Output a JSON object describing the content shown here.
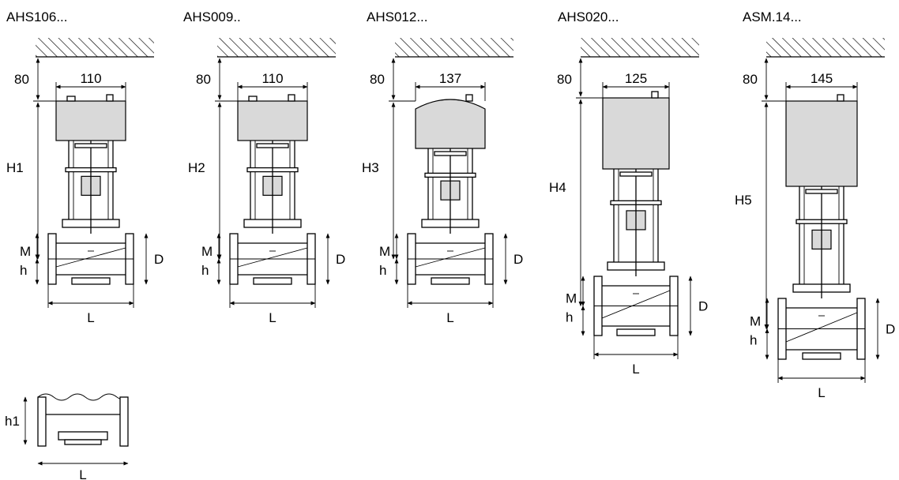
{
  "colors": {
    "line": "#000000",
    "actuator_fill": "#d9d9d9",
    "background": "#ffffff"
  },
  "views": [
    {
      "title": "AHS106...",
      "top_clearance": "80",
      "width": "110",
      "height_label": "H1",
      "m": "M",
      "h": "h",
      "d": "D",
      "l": "L"
    },
    {
      "title": "AHS009..",
      "top_clearance": "80",
      "width": "110",
      "height_label": "H2",
      "m": "M",
      "h": "h",
      "d": "D",
      "l": "L"
    },
    {
      "title": "AHS012...",
      "top_clearance": "80",
      "width": "137",
      "height_label": "H3",
      "m": "M",
      "h": "h",
      "d": "D",
      "l": "L"
    },
    {
      "title": "AHS020...",
      "top_clearance": "80",
      "width": "125",
      "height_label": "H4",
      "m": "M",
      "h": "h",
      "d": "D",
      "l": "L"
    },
    {
      "title": "ASM.14...",
      "top_clearance": "80",
      "width": "145",
      "height_label": "H5",
      "m": "M",
      "h": "h",
      "d": "D",
      "l": "L"
    }
  ],
  "detail": {
    "h1": "h1",
    "l": "L"
  }
}
